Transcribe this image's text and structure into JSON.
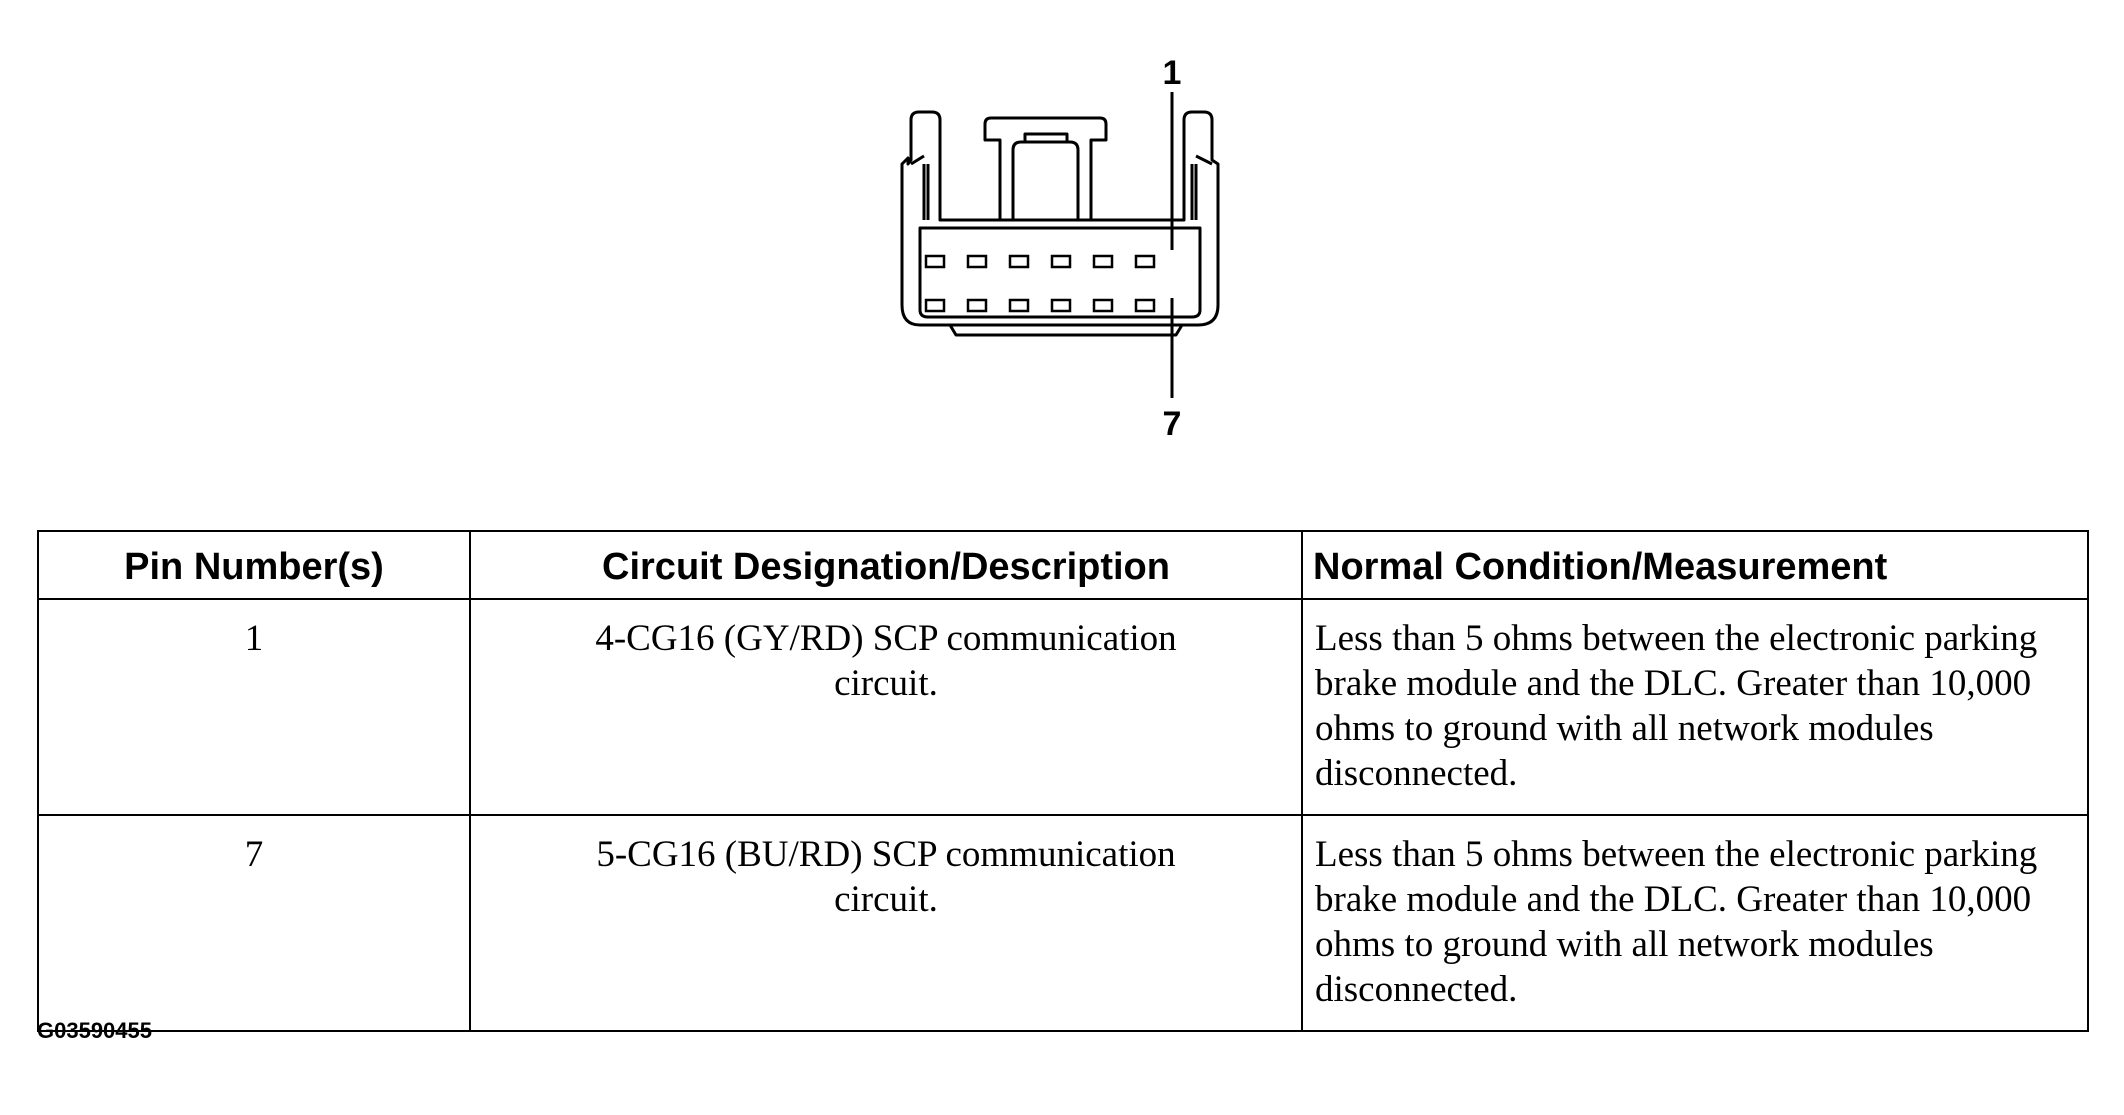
{
  "diagram": {
    "callouts": [
      "1",
      "7"
    ]
  },
  "table": {
    "headers": [
      "Pin Number(s)",
      "Circuit Designation/Description",
      "Normal Condition/Measurement"
    ],
    "rows": [
      {
        "pin": "1",
        "circuit": "4-CG16 (GY/RD) SCP communication circuit.",
        "condition": "Less than 5 ohms between the electronic parking brake module and the DLC. Greater than 10,000 ohms to ground with all network modules disconnected."
      },
      {
        "pin": "7",
        "circuit": "5-CG16 (BU/RD) SCP communication circuit.",
        "condition": "Less than 5 ohms between the electronic parking brake module and the DLC. Greater than 10,000 ohms to ground with all network modules disconnected."
      }
    ]
  },
  "figure_id": "G03590455"
}
